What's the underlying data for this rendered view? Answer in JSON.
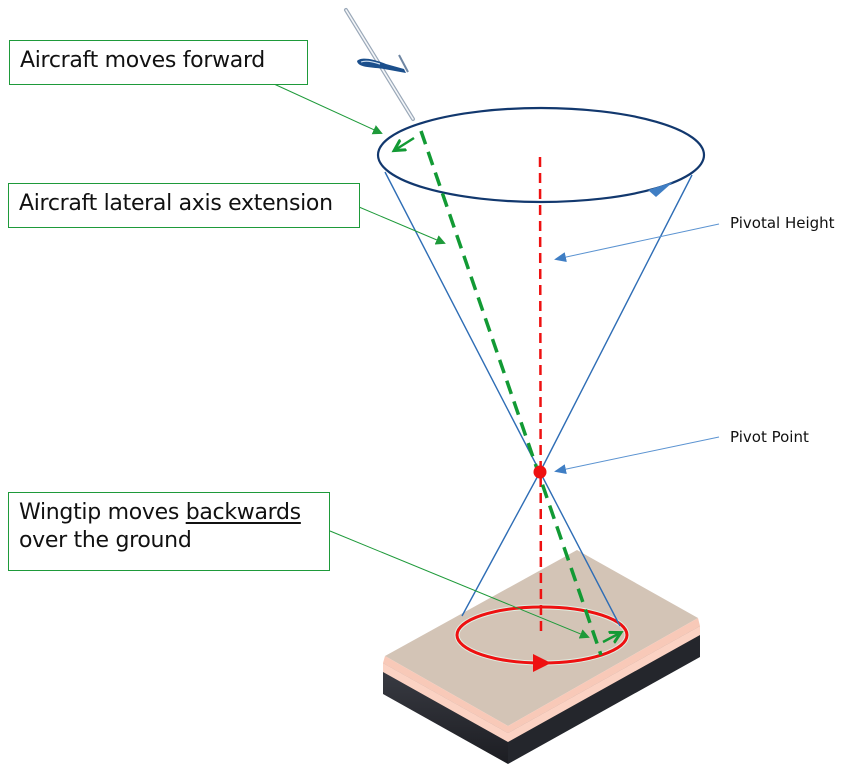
{
  "callouts": {
    "forward": "Aircraft moves forward",
    "lateral_axis": "Aircraft lateral axis extension",
    "wingtip_prefix": "Wingtip moves ",
    "wingtip_emphasis": "backwards",
    "wingtip_line2": "over the ground"
  },
  "labels": {
    "pivotal_height": "Pivotal Height",
    "pivot_point": "Pivot Point"
  },
  "colors": {
    "callout_green": "#1e9a3a",
    "axis_green": "#129a34",
    "cone_blue": "#2e6db5",
    "ellipse_navy": "#12386e",
    "pivot_red": "#ee1111",
    "ground_tan": "#d3c4b6",
    "ground_edge": "#fbd2c3",
    "slab_dark": "#2a2c33"
  },
  "icons": {
    "aircraft": "glider-icon",
    "pivot": "pivot-point-marker"
  }
}
